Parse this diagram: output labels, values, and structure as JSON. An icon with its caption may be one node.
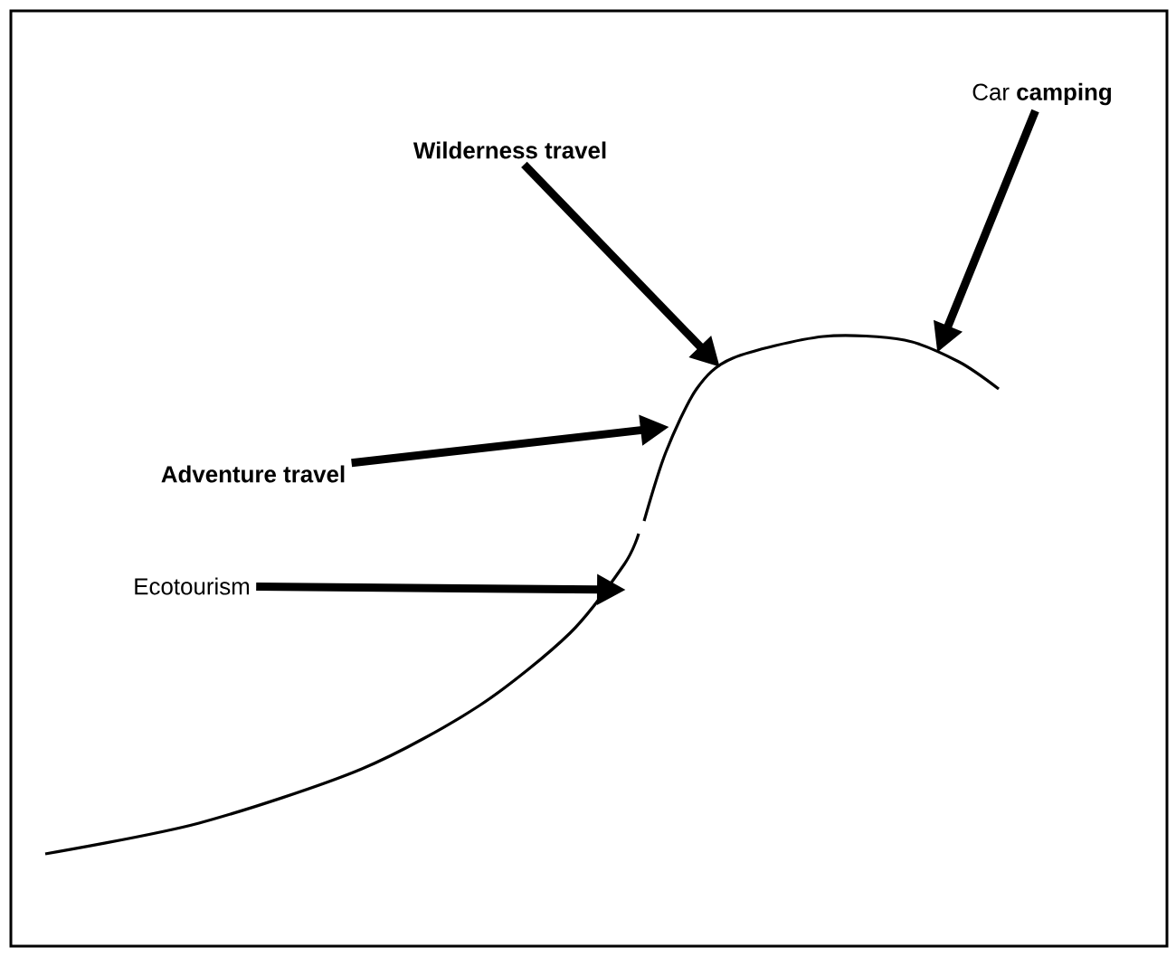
{
  "diagram": {
    "nodes": [
      {
        "text": [
          "Wilderness travel"
        ]
      },
      {
        "text": [
          "Car **camping**"
        ]
      },
      {
        "text": [
          "Adventure  travel"
        ]
      },
      {
        "text": [
          "Ecotourism"
        ]
      }
    ],
    "edges": [
      {
        "from": 0,
        "to": null,
        "arrow": "to"
      },
      {
        "from": 1,
        "to": null,
        "arrow": "to"
      },
      {
        "from": 2,
        "to": null,
        "arrow": "to"
      },
      {
        "from": 3,
        "to": null,
        "arrow": "to"
      }
    ]
  }
}
